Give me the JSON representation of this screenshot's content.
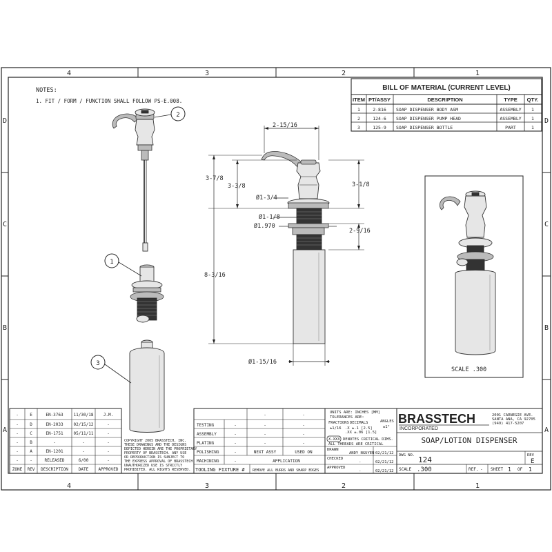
{
  "border": {
    "top_zones": [
      "4",
      "3",
      "2",
      "1"
    ],
    "bottom_zones": [
      "4",
      "3",
      "2",
      "1"
    ],
    "left_zones": [
      "D",
      "C",
      "B",
      "A"
    ],
    "right_zones": [
      "D",
      "C",
      "B",
      "A"
    ]
  },
  "notes": {
    "title": "NOTES:",
    "lines": [
      "1.  FIT / FORM / FUNCTION SHALL FOLLOW PS-E.008."
    ]
  },
  "bom": {
    "title": "BILL OF MATERIAL (CURRENT LEVEL)",
    "headers": [
      "ITEM",
      "PT/ASSY",
      "DESCRIPTION",
      "TYPE",
      "QTY."
    ],
    "rows": [
      [
        "1",
        "2-816",
        "SOAP DISPENSER BODY ASM",
        "ASSEMBLY",
        "1"
      ],
      [
        "2",
        "124-6",
        "SOAP DISPENSER PUMP HEAD",
        "ASSEMBLY",
        "1"
      ],
      [
        "3",
        "125-9",
        "SOAP DISPENSER BOTTLE",
        "PART",
        "1"
      ]
    ]
  },
  "balloons": [
    "2",
    "1",
    "3"
  ],
  "dimensions": {
    "width_top": "2-15/16",
    "overall_upper": "3-7/8",
    "upper_inner": "3-3/8",
    "right_upper": "3-1/8",
    "dia_flange": "Ø1-3/4",
    "dia_shank": "Ø1-1/8",
    "dia_hole": "Ø1.970",
    "right_lower": "2-9/16",
    "overall_lower": "8-3/16",
    "dia_bottle": "Ø1-15/16"
  },
  "inset": {
    "scale_label": "SCALE   .300"
  },
  "revisions": {
    "rows": [
      [
        "-",
        "E",
        "EN-3763",
        "11/30/18",
        "J.M."
      ],
      [
        "-",
        "D",
        "EN-2033",
        "02/15/12",
        "-"
      ],
      [
        "-",
        "C",
        "EN-1751",
        "05/11/11",
        "-"
      ],
      [
        "-",
        "B",
        "-",
        "-",
        "-"
      ],
      [
        "-",
        "A",
        "EN-1201",
        "-",
        "-"
      ],
      [
        "-",
        "-",
        "RELEASED",
        "6/00",
        "-"
      ]
    ],
    "headers": [
      "ZONE",
      "REV",
      "DESCRIPTION",
      "DATE",
      "APPROVED"
    ]
  },
  "copyright": [
    "COPYRIGHT 2005 BRASSTECH, INC.",
    "THESE DRAWINGS AND THE DESIGNS",
    "DEPICTED HEREIN ARE THE PROPRIETARY",
    "PROPERTY OF BRASSTECH. ANY USE",
    "OR REPRODUCTION IS SUBJECT TO",
    "THE EXPRESS APPROVAL OF BRASSTECH.",
    "UNAUTHORIZED USE IS STRICTLY",
    "PROHIBITED. ALL RIGHTS RESERVED."
  ],
  "process": {
    "rows": [
      [
        "TESTING",
        "-",
        "-",
        "-"
      ],
      [
        "ASSEMBLY",
        "-",
        "-",
        "-"
      ],
      [
        "PLATING",
        "-",
        "-",
        "-"
      ],
      [
        "POLISHING",
        "-",
        "-",
        "-"
      ],
      [
        "MACHINING",
        "-"
      ]
    ],
    "next_assy": "NEXT ASSY",
    "used_on": "USED ON",
    "application": "APPLICATION",
    "tooling": "TOOLING FIXTURE #",
    "burrs": "REMOVE ALL BURRS AND SHARP EDGES"
  },
  "tolerances": {
    "units": "UNITS ARE: INCHES  [MM]",
    "tol_label": "TOLERANCES ARE:",
    "fractions": "FRACTIONS",
    "decimals": "DECIMALS",
    "angles": "ANGLES",
    "frac_val": "±1/16",
    "dec_1": ".X ±.1  [2.5]",
    "dec_2": ".XX ±.06 [1.5]",
    "ang_val": "±1°",
    "critical_box": "X.XXX",
    "critical_1": "DENOTES CRITICAL DIMS.",
    "critical_2": "ALL THREADS ARE CRITICAL"
  },
  "signoff": {
    "drawn_label": "DRAWN",
    "drawn_name": "ANDY NGUYEN",
    "drawn_date": "02/21/12",
    "checked_label": "CHECKED",
    "checked_name": "-",
    "checked_date": "02/21/12",
    "approved_label": "APPROVED",
    "approved_name": "-",
    "approved_date": "02/21/12"
  },
  "titleblock": {
    "company": "BRASSTECH",
    "company_sub": "INCORPORATED",
    "address_1": "2001 CARNEGIE AVE.",
    "address_2": "SANTA ANA, CA 92705",
    "address_3": "(949) 417-5207",
    "title": "SOAP/LOTION DISPENSER",
    "dwg_no_label": "DWG NO.",
    "dwg_no": "124",
    "rev_label": "REV",
    "rev": "E",
    "scale_label": "SCALE",
    "scale": ".300",
    "ref_label": "REF.",
    "ref": "-",
    "sheet_label": "SHEET",
    "sheet": "1",
    "of_label": "OF",
    "of": "1"
  }
}
